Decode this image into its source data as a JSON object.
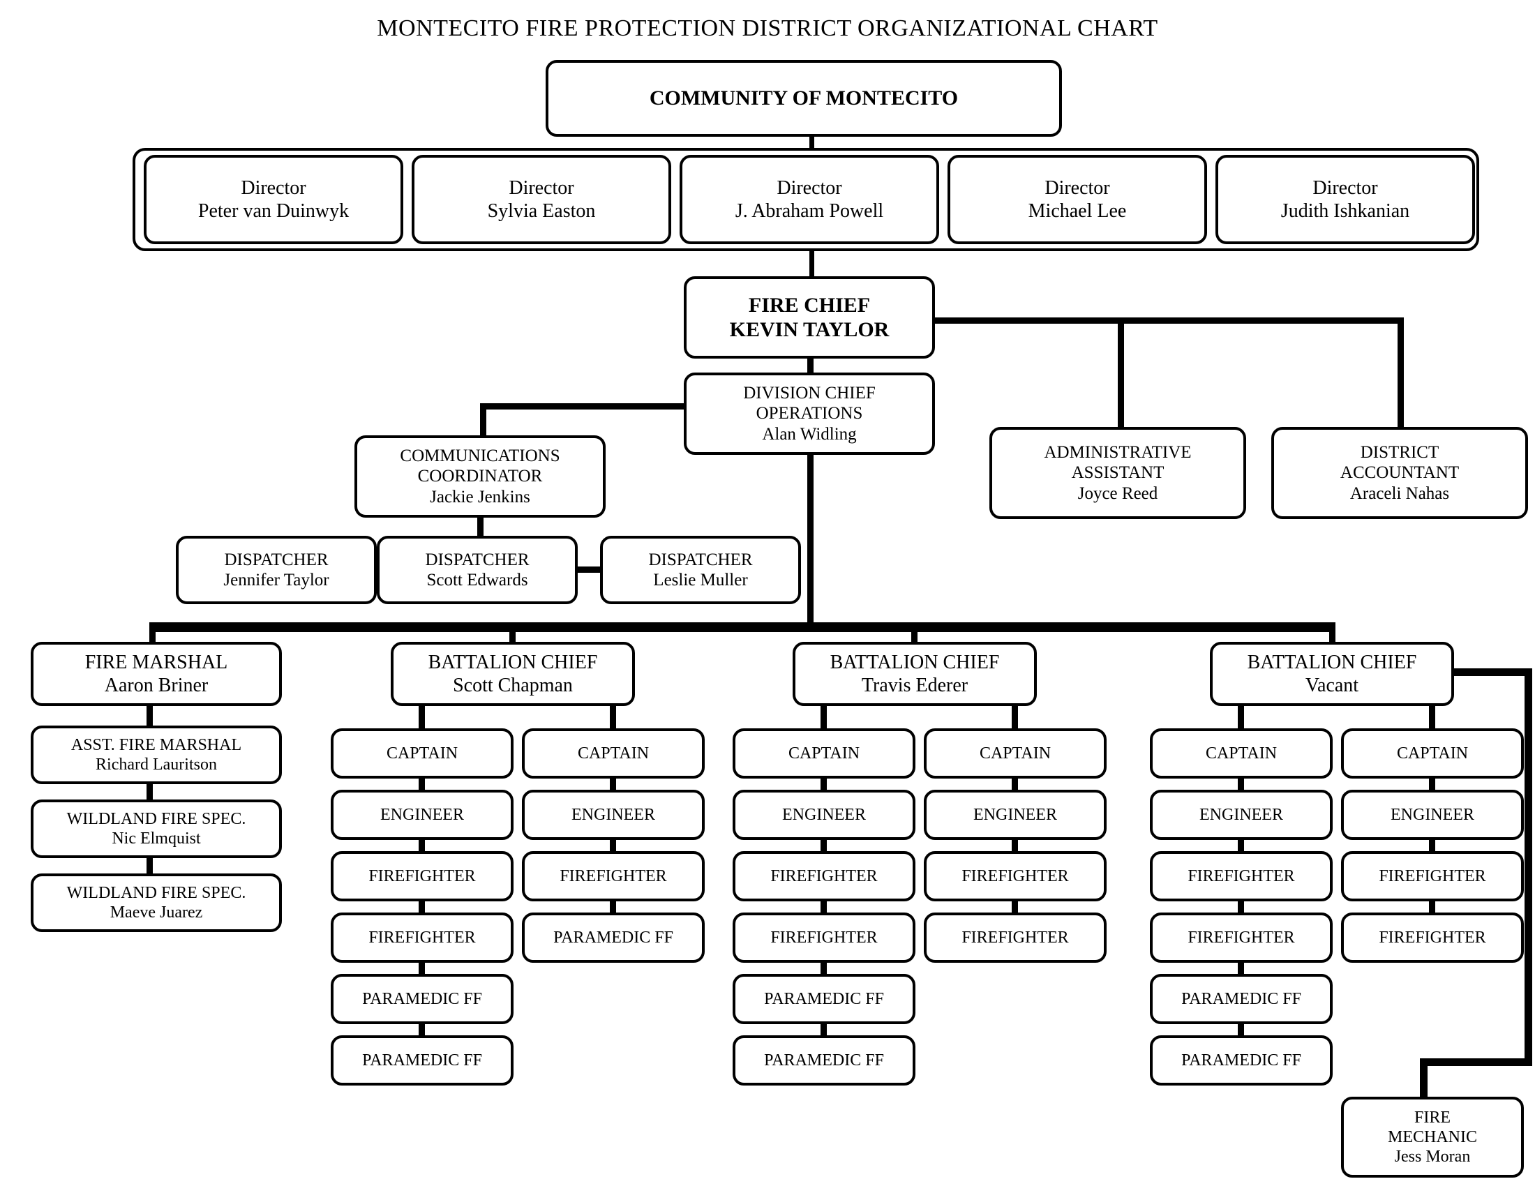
{
  "title": "MONTECITO FIRE PROTECTION DISTRICT ORGANIZATIONAL CHART",
  "community": {
    "label": "COMMUNITY OF MONTECITO"
  },
  "board": {
    "directors": [
      {
        "role": "Director",
        "name": "Peter van Duinwyk"
      },
      {
        "role": "Director",
        "name": "Sylvia Easton"
      },
      {
        "role": "Director",
        "name": "J. Abraham Powell"
      },
      {
        "role": "Director",
        "name": "Michael Lee"
      },
      {
        "role": "Director",
        "name": "Judith Ishkanian"
      }
    ]
  },
  "fire_chief": {
    "role": "FIRE CHIEF",
    "name": "KEVIN TAYLOR"
  },
  "division_chief": {
    "role_line1": "DIVISION CHIEF",
    "role_line2": "OPERATIONS",
    "name": "Alan Widling"
  },
  "administrative_assistant": {
    "role_line1": "ADMINISTRATIVE",
    "role_line2": "ASSISTANT",
    "name": "Joyce Reed"
  },
  "district_accountant": {
    "role_line1": "DISTRICT",
    "role_line2": "ACCOUNTANT",
    "name": "Araceli Nahas"
  },
  "communications_coordinator": {
    "role_line1": "COMMUNICATIONS",
    "role_line2": "COORDINATOR",
    "name": "Jackie Jenkins"
  },
  "dispatchers": [
    {
      "role": "DISPATCHER",
      "name": "Jennifer Taylor"
    },
    {
      "role": "DISPATCHER",
      "name": "Scott Edwards"
    },
    {
      "role": "DISPATCHER",
      "name": "Leslie Muller"
    }
  ],
  "fire_marshal": {
    "head": {
      "role": "FIRE MARSHAL",
      "name": "Aaron Briner"
    },
    "reports": [
      {
        "role": "ASST. FIRE MARSHAL",
        "name": "Richard Lauritson"
      },
      {
        "role": "WILDLAND FIRE SPEC.",
        "name": "Nic Elmquist"
      },
      {
        "role": "WILDLAND FIRE SPEC.",
        "name": "Maeve Juarez"
      }
    ]
  },
  "battalions": [
    {
      "head": {
        "role": "BATTALION CHIEF",
        "name": "Scott Chapman"
      },
      "companies": [
        {
          "ranks": [
            "CAPTAIN",
            "ENGINEER",
            "FIREFIGHTER",
            "FIREFIGHTER",
            "PARAMEDIC FF",
            "PARAMEDIC FF"
          ]
        },
        {
          "ranks": [
            "CAPTAIN",
            "ENGINEER",
            "FIREFIGHTER",
            "PARAMEDIC FF"
          ]
        }
      ]
    },
    {
      "head": {
        "role": "BATTALION CHIEF",
        "name": "Travis Ederer"
      },
      "companies": [
        {
          "ranks": [
            "CAPTAIN",
            "ENGINEER",
            "FIREFIGHTER",
            "FIREFIGHTER",
            "PARAMEDIC FF",
            "PARAMEDIC FF"
          ]
        },
        {
          "ranks": [
            "CAPTAIN",
            "ENGINEER",
            "FIREFIGHTER",
            "FIREFIGHTER"
          ]
        }
      ]
    },
    {
      "head": {
        "role": "BATTALION CHIEF",
        "name": "Vacant"
      },
      "companies": [
        {
          "ranks": [
            "CAPTAIN",
            "ENGINEER",
            "FIREFIGHTER",
            "FIREFIGHTER",
            "PARAMEDIC FF",
            "PARAMEDIC FF"
          ]
        },
        {
          "ranks": [
            "CAPTAIN",
            "ENGINEER",
            "FIREFIGHTER",
            "FIREFIGHTER"
          ]
        }
      ]
    }
  ],
  "fire_mechanic": {
    "role_line1": "FIRE",
    "role_line2": "MECHANIC",
    "name": "Jess Moran"
  }
}
